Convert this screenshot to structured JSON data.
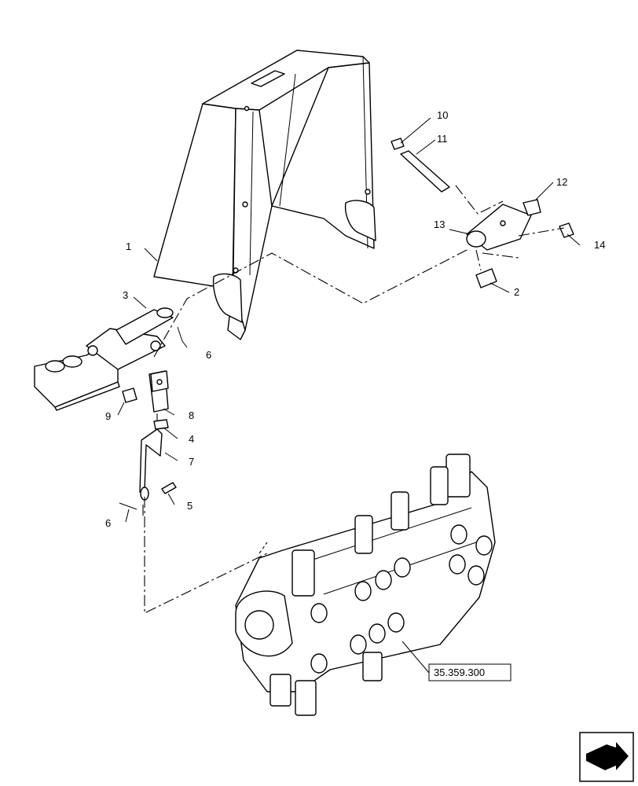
{
  "callouts": [
    {
      "id": "1",
      "label": "1"
    },
    {
      "id": "2",
      "label": "2"
    },
    {
      "id": "3",
      "label": "3"
    },
    {
      "id": "4",
      "label": "4"
    },
    {
      "id": "5",
      "label": "5"
    },
    {
      "id": "6a",
      "label": "6"
    },
    {
      "id": "6b",
      "label": "6"
    },
    {
      "id": "7",
      "label": "7"
    },
    {
      "id": "8",
      "label": "8"
    },
    {
      "id": "9",
      "label": "9"
    },
    {
      "id": "10",
      "label": "10"
    },
    {
      "id": "11",
      "label": "11"
    },
    {
      "id": "12",
      "label": "12"
    },
    {
      "id": "13",
      "label": "13"
    },
    {
      "id": "14",
      "label": "14"
    }
  ],
  "reference": {
    "label": "35.359.300"
  },
  "nav_icon": {
    "name": "next-page-arrow-icon"
  }
}
